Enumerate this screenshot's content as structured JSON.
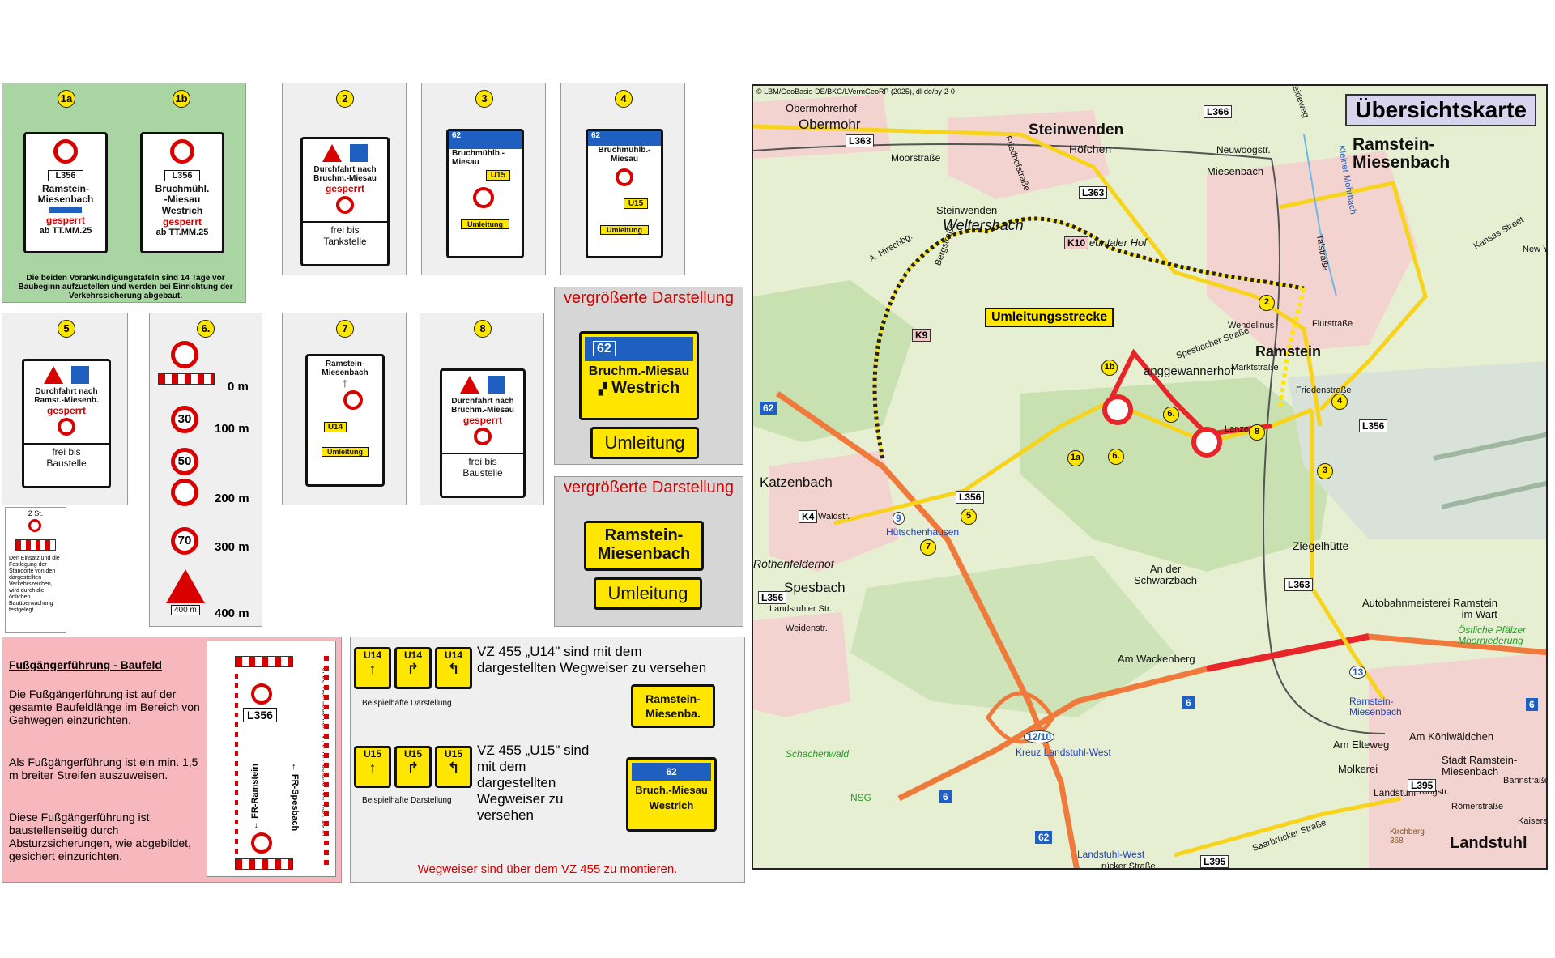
{
  "signs": {
    "s1a": {
      "badge": "1a",
      "road": "L356",
      "place": "Ramstein-\nMiesenbach",
      "status": "gesperrt",
      "date": "ab  TT.MM.25"
    },
    "s1b": {
      "badge": "1b",
      "road": "L356",
      "place": "Bruchmühl.\n-Miesau",
      "sub": "Westrich",
      "status": "gesperrt",
      "date": "ab  TT.MM.25"
    },
    "note1": "Die beiden Vorankündigungstafeln sind 14 Tage vor Baubeginn aufzustellen und werden bei Einrichtung der Verkehrssicherung abgebaut.",
    "s2": {
      "badge": "2",
      "line1": "Durchfahrt nach",
      "line2": "Bruchm.-Miesau",
      "status": "gesperrt",
      "bottom1": "frei bis",
      "bottom2": "Tankstelle"
    },
    "s3": {
      "badge": "3",
      "motorway": "62",
      "place1": "Bruchmühlb.-",
      "place2": "Miesau",
      "route": "U15",
      "footer": "Umleitung"
    },
    "s4": {
      "badge": "4",
      "motorway": "62",
      "place1": "Bruchmühlb.-",
      "place2": "Miesau",
      "route": "U15",
      "footer": "Umleitung"
    },
    "s5": {
      "badge": "5",
      "line1": "Durchfahrt nach",
      "line2": "Ramst.-Miesenb.",
      "status": "gesperrt",
      "bottom1": "frei bis",
      "bottom2": "Baustelle"
    },
    "s6": {
      "badge": "6.",
      "d0": "0 m",
      "d1": "100 m",
      "d2": "200 m",
      "d3": "300 m",
      "d4": "400 m",
      "v30": "30",
      "v50": "50",
      "v70": "70",
      "plate": "400 m"
    },
    "s7": {
      "badge": "7",
      "place1": "Ramstein-",
      "place2": "Miesenbach",
      "route": "U14",
      "footer": "Umleitung"
    },
    "s8": {
      "badge": "8",
      "line1": "Durchfahrt nach",
      "line2": "Bruchm.-Miesau",
      "status": "gesperrt",
      "bottom1": "frei bis",
      "bottom2": "Baustelle"
    },
    "enlarged1": {
      "head": "vergrößerte Darstellung",
      "motorway": "62",
      "place": "Bruchm.-Miesau",
      "sub": "Westrich",
      "footer": "Umleitung"
    },
    "enlarged2": {
      "head": "vergrößerte Darstellung",
      "place1": "Ramstein-",
      "place2": "Miesenbach",
      "footer": "Umleitung"
    },
    "small2st": {
      "title": "2 St.",
      "text": "Den Einsatz und die Festlegung der Standorte von den dargestellten Verkehrszeichen, wird durch die örtlichen Bauüberwachung festgelegt."
    }
  },
  "pedestrian": {
    "title": "Fußgängerführung - Baufeld",
    "p1": "Die Fußgängerführung ist auf der gesamte Baufeldlänge im Bereich von Gehwegen einzurichten.",
    "p2": "Als Fußgängerführung ist ein min. 1,5 m breiter Streifen auszuweisen.",
    "p3": "Diese Fußgängerführung ist baustellenseitig durch Absturzsicherungen, wie abgebildet, gesichert einzurichten.",
    "road": "L356",
    "fr_left": "← FR-Ramstein",
    "fr_right": "← FR-Spesbach",
    "side_note": "runde Warnleuchten-Nr. 8 im Abstand von max. 10 m"
  },
  "vz": {
    "u14": [
      "U14",
      "U14",
      "U14"
    ],
    "u15": [
      "U15",
      "U15",
      "U15"
    ],
    "example": "Beispielhafte Darstellung",
    "t14": "VZ 455 „U14\" sind mit dem dargestellten Wegweiser zu versehen",
    "t15": "VZ 455 „U15\" sind mit dem dargestellten Wegweiser zu versehen",
    "sign14": "Ramstein-\nMiesenba.",
    "sign15_motorway": "62",
    "sign15_place": "Bruch.-Miesau",
    "sign15_sub": "Westrich",
    "footer": "Wegweiser sind über dem VZ 455 zu montieren."
  },
  "map": {
    "copyright": "© LBM/GeoBasis-DE/BKG/LVermGeoRP (2025), dl-de/by-2-0",
    "title": "Übersichtskarte",
    "route_label": "Umleitungsstrecke",
    "places": {
      "obermohrerhof": "Obermohrerhof",
      "obermohr": "Obermohr",
      "steinwenden": "Steinwenden",
      "hoefchen": "Höfchen",
      "ramstein_miesenbach": "Ramstein-\nMiesenbach",
      "miesenbach": "Miesenbach",
      "neuwoogstr": "Neuwoogstr.",
      "steinwenden2": "Steinwenden",
      "weltersbach": "Weltersbach",
      "breuntaler": "Breuntaler Hof",
      "ramstein": "Ramstein",
      "anggewanne": "anggewannerhof",
      "katzenbach": "Katzenbach",
      "huetschenhausen": "Hütschenhausen",
      "rothenfelderhof": "Rothenfelderhof",
      "spesbach": "Spesbach",
      "anderschwarzbach": "An der\nSchwarzbach",
      "ziegelhuette": "Ziegelhütte",
      "autobahnmeisterei": "Autobahnmeisterei Ramstein\nim Wart",
      "oestliche": "Östliche Pfälzer\nMoorniederung",
      "amwackenberg": "Am Wackenberg",
      "ramstein_m": "Ramstein-\nMiesenbach",
      "amelteweg": "Am Elteweg",
      "amkoehl": "Am Köhlwäldchen",
      "molkerei": "Molkerei",
      "stadtramstein": "Stadt Ramstein-\nMiesenbach",
      "landstuhl": "Landstuhl",
      "landstuhl2": "Landstuhl",
      "kreuz": "Kreuz Landstuhl-West",
      "landstuhlwest": "Landstuhl-West",
      "schachenwald": "Schachenwald",
      "nsg": "NSG",
      "weidenstr": "Weidenstr.",
      "landstuhler": "Landstuhler Str.",
      "moorstr": "Moorstraße",
      "kirchberg": "Kirchberg\n368",
      "bahnstr": "Bahnstraße",
      "roemerstr": "Römerstraße",
      "ringstr": "Ringstr.",
      "kaiserstr": "Kaisers",
      "saarbruecker": "Saarbrücker Straße",
      "brueckerstr": "rücker Straße",
      "waldstr": "Waldstr.",
      "bergstr": "Bergstraße",
      "kansas": "Kansas Street",
      "newy": "New Y",
      "wendelinus": "Wendelinus",
      "spesbacher": "Spesbacher Straße",
      "marktstr": "Marktstraße",
      "lanze": "Lanze",
      "friedenstr": "Friedenstraße",
      "flurstr": "Flurstraße",
      "hirschbg": "A. Hirschbg.",
      "heideweg": "Heideweg",
      "friedhofstr": "Friedhofstraße",
      "tonhausen": "Talstraße",
      "kleiner": "Kleiner Mohrbach"
    },
    "roads": {
      "l366": "L366",
      "l363a": "L363",
      "l363b": "L363",
      "l363c": "L363",
      "l356a": "L356",
      "l356b": "L356",
      "l356c": "L356",
      "l395a": "L395",
      "l395b": "L395",
      "k10": "K10",
      "k9": "K9",
      "k4": "K4",
      "a62a": "62",
      "a62b": "62",
      "a6a": "6",
      "a6b": "6",
      "a6c": "6",
      "j9": "9",
      "j13": "13",
      "j1210": "12/10"
    },
    "numbers": [
      "1a",
      "1b",
      "2",
      "3",
      "4",
      "5",
      "6.",
      "6.",
      "7",
      "8"
    ],
    "colors": {
      "detour": "#ffe600",
      "closure": "#e8262a",
      "motorway": "#f07a3c",
      "road": "#f7d31b"
    }
  }
}
